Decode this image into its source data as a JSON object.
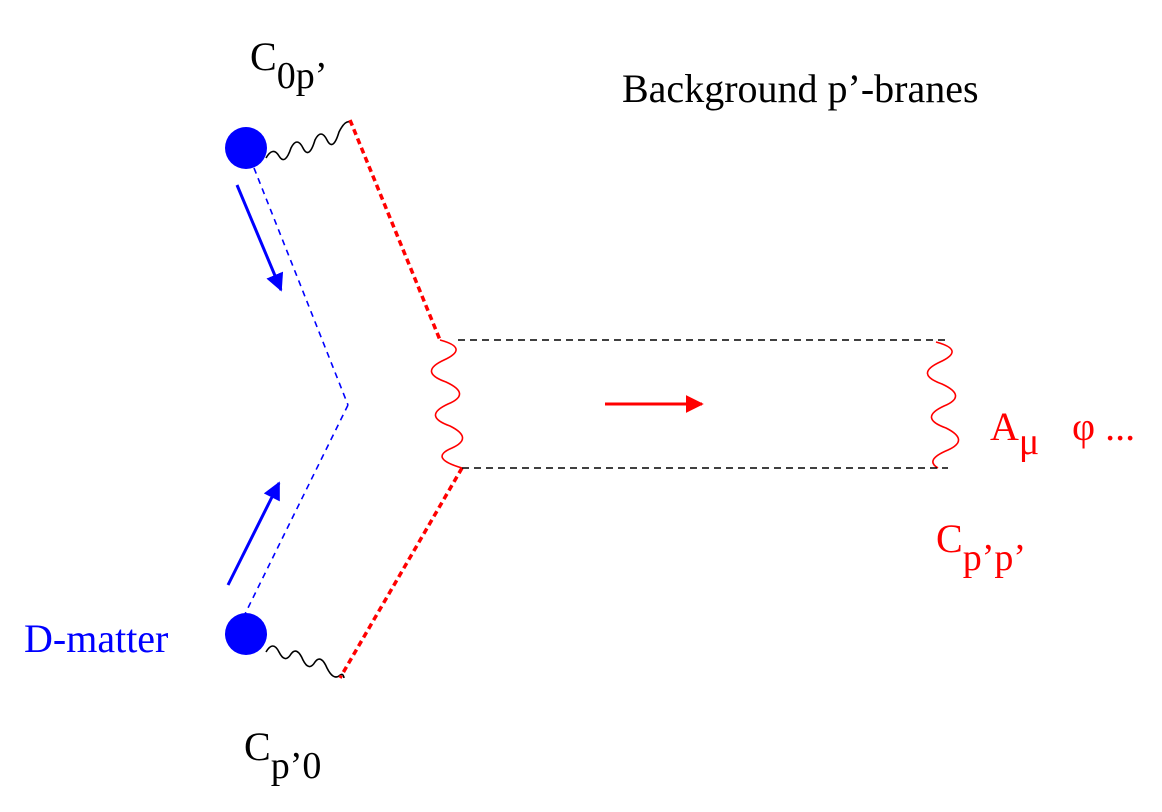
{
  "labels": {
    "c_0p": {
      "base": "C",
      "sub": "0p’"
    },
    "c_p0": {
      "base": "C",
      "sub": "p’0"
    },
    "c_pp": {
      "base": "C",
      "sub": "p’p’"
    },
    "a_mu": {
      "base": "A",
      "sub": "μ"
    },
    "phi": "φ ...",
    "background": "Background p’-branes",
    "d_matter": "D-matter"
  },
  "colors": {
    "blue": "#0000ff",
    "red": "#ff0000",
    "black": "#000000"
  }
}
